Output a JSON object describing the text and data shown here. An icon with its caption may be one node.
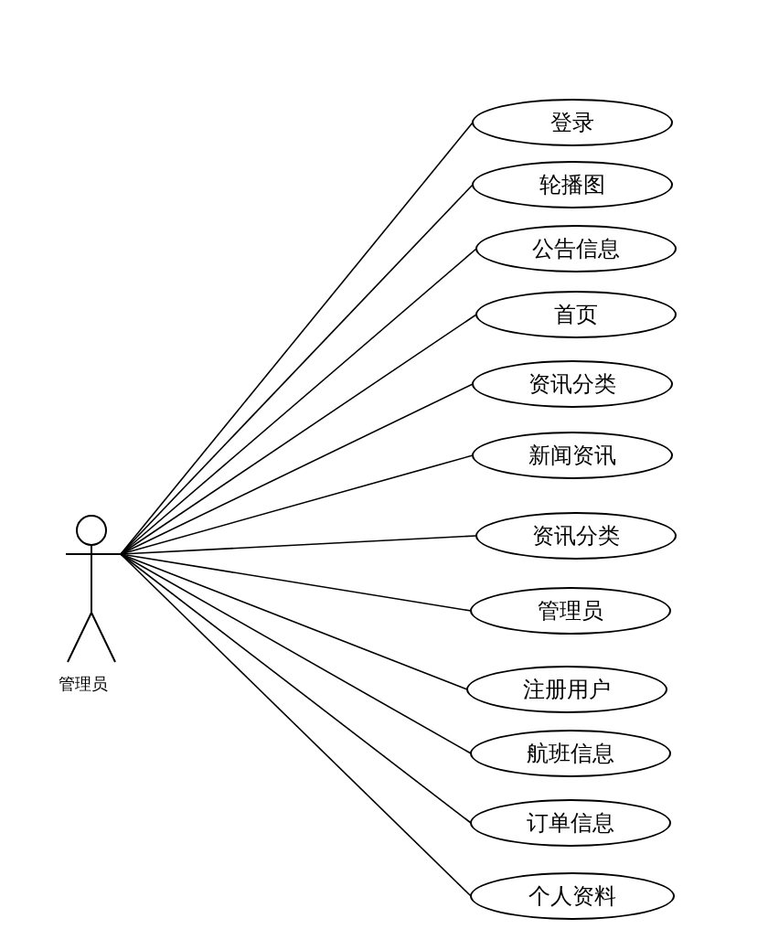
{
  "diagram": {
    "nodes": [
      {
        "text": [
          "管理员"
        ]
      },
      {
        "text": [
          "登录"
        ]
      },
      {
        "text": [
          "轮播图"
        ]
      },
      {
        "text": [
          "公告信息"
        ]
      },
      {
        "text": [
          "首页"
        ]
      },
      {
        "text": [
          "资讯分类"
        ]
      },
      {
        "text": [
          "新闻资讯"
        ]
      },
      {
        "text": [
          "资讯分类"
        ]
      },
      {
        "text": [
          "管理员"
        ]
      },
      {
        "text": [
          "注册用户"
        ]
      },
      {
        "text": [
          "航班信息"
        ]
      },
      {
        "text": [
          "订单信息"
        ]
      },
      {
        "text": [
          "个人资料"
        ]
      }
    ],
    "edges": [
      {
        "from": 0,
        "to": 1,
        "arrow": "none"
      },
      {
        "from": 0,
        "to": 2,
        "arrow": "none"
      },
      {
        "from": 0,
        "to": 3,
        "arrow": "none"
      },
      {
        "from": 0,
        "to": 4,
        "arrow": "none"
      },
      {
        "from": 0,
        "to": 5,
        "arrow": "none"
      },
      {
        "from": 0,
        "to": 6,
        "arrow": "none"
      },
      {
        "from": 0,
        "to": 7,
        "arrow": "none"
      },
      {
        "from": 0,
        "to": 8,
        "arrow": "none"
      },
      {
        "from": 0,
        "to": 9,
        "arrow": "none"
      },
      {
        "from": 0,
        "to": 10,
        "arrow": "none"
      },
      {
        "from": 0,
        "to": 11,
        "arrow": "none"
      },
      {
        "from": 0,
        "to": 12,
        "arrow": "none"
      }
    ]
  }
}
